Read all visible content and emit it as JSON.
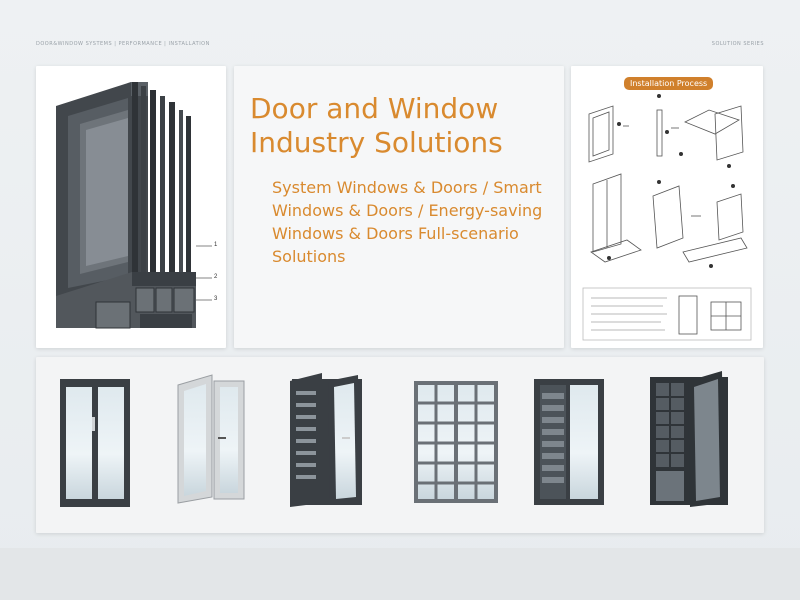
{
  "header": {
    "left_text": "DOOR&WINDOW SYSTEMS | PERFORMANCE | INSTALLATION",
    "right_text": "SOLUTION SERIES"
  },
  "hero": {
    "title": "Door and Window Industry Solutions",
    "subtitle": "System Windows & Doors / Smart Windows & Doors / Energy-saving Windows & Doors Full-scenario Solutions"
  },
  "installation": {
    "label": "Installation Process"
  },
  "profile": {
    "callouts": [
      "1",
      "2",
      "3"
    ]
  },
  "products": {
    "items": [
      {
        "name": "casement-window-double"
      },
      {
        "name": "open-casement-silver"
      },
      {
        "name": "louvered-open-window"
      },
      {
        "name": "grille-double-door"
      },
      {
        "name": "louvered-single-window"
      },
      {
        "name": "grille-tilt-window"
      }
    ]
  },
  "colors": {
    "accent": "#d98a2f",
    "frame_dark": "#3a3f44",
    "frame_silver": "#c9ccce",
    "glass": "#e4eef3"
  }
}
